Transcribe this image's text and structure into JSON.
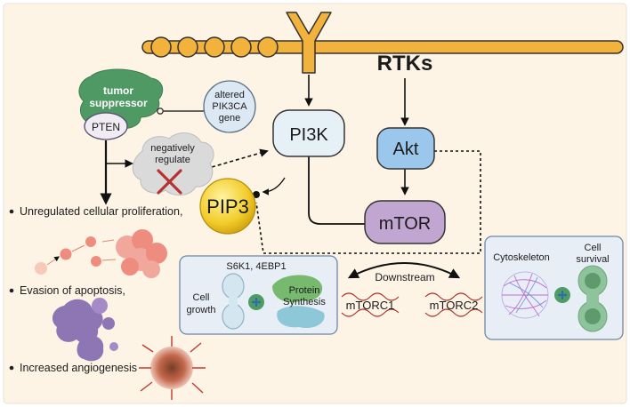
{
  "receptor": {
    "label": "RTKs"
  },
  "nodes": {
    "pi3k": "PI3K",
    "akt": "Akt",
    "mtor": "mTOR",
    "pip3": "PIP3",
    "mtorc1": "mTORC1",
    "mtorc2": "mTORC2"
  },
  "tumor_suppressor": {
    "title_line1": "tumor",
    "title_line2": "suppressor",
    "pten": "PTEN"
  },
  "pik3ca": {
    "line1": "altered",
    "line2": "PIK3CA",
    "line3": "gene"
  },
  "negatively_regulate": {
    "line1": "negatively",
    "line2": "regulate"
  },
  "downstream": "Downstream",
  "panel_left": {
    "s6k1": "S6K1, 4EBP1",
    "cell_growth_line1": "Cell",
    "cell_growth_line2": "growth",
    "protein_line1": "Protein",
    "protein_line2": "Synthesis"
  },
  "panel_right": {
    "cytoskeleton": "Cytoskeleton",
    "cell_survival_line1": "Cell",
    "cell_survival_line2": "survival"
  },
  "outcomes": [
    "Unregulated cellular proliferation,",
    "Evasion of apoptosis,",
    "Increased angiogenesis"
  ],
  "colors": {
    "background": "#fdf4e6",
    "membrane": "#f2b23c",
    "pi3k_fill": "#e6f0f7",
    "akt_fill": "#9cc7ec",
    "mtor_fill": "#c1a6d1",
    "pip3_fill": "#f6d43a",
    "tumor_green": "#4f9a64",
    "panel_fill": "#e7eef6"
  }
}
